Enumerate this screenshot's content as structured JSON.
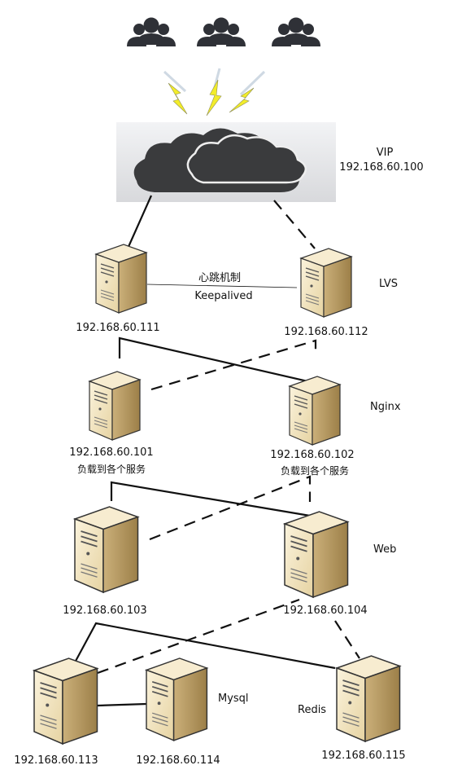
{
  "vip": {
    "label": "VIP",
    "ip": "192.168.60.100"
  },
  "tiers": {
    "lvs": "LVS",
    "nginx": "Nginx",
    "web": "Web",
    "mysql": "Mysql",
    "redis": "Redis"
  },
  "heartbeat": {
    "title": "心跳机制",
    "name": "Keepalived"
  },
  "servers": {
    "s111": "192.168.60.111",
    "s112": "192.168.60.112",
    "s101": "192.168.60.101",
    "s102": "192.168.60.102",
    "s103": "192.168.60.103",
    "s104": "192.168.60.104",
    "s113": "192.168.60.113",
    "s114": "192.168.60.114",
    "s115": "192.168.60.115"
  },
  "nginx_note": "负载到各个服务",
  "icons": {
    "users": "users-group-icon",
    "cloud": "cloud-icon",
    "server": "server-tower-icon",
    "bolt": "lightning-bolt-icon"
  },
  "colors": {
    "server_body": "#f2e4bd",
    "server_side": "#b89a5e",
    "cloud": "#3a3b3d",
    "cloud_bg": "#e4e5e7",
    "bolt": "#f2ec2a",
    "users": "#2f3137"
  }
}
